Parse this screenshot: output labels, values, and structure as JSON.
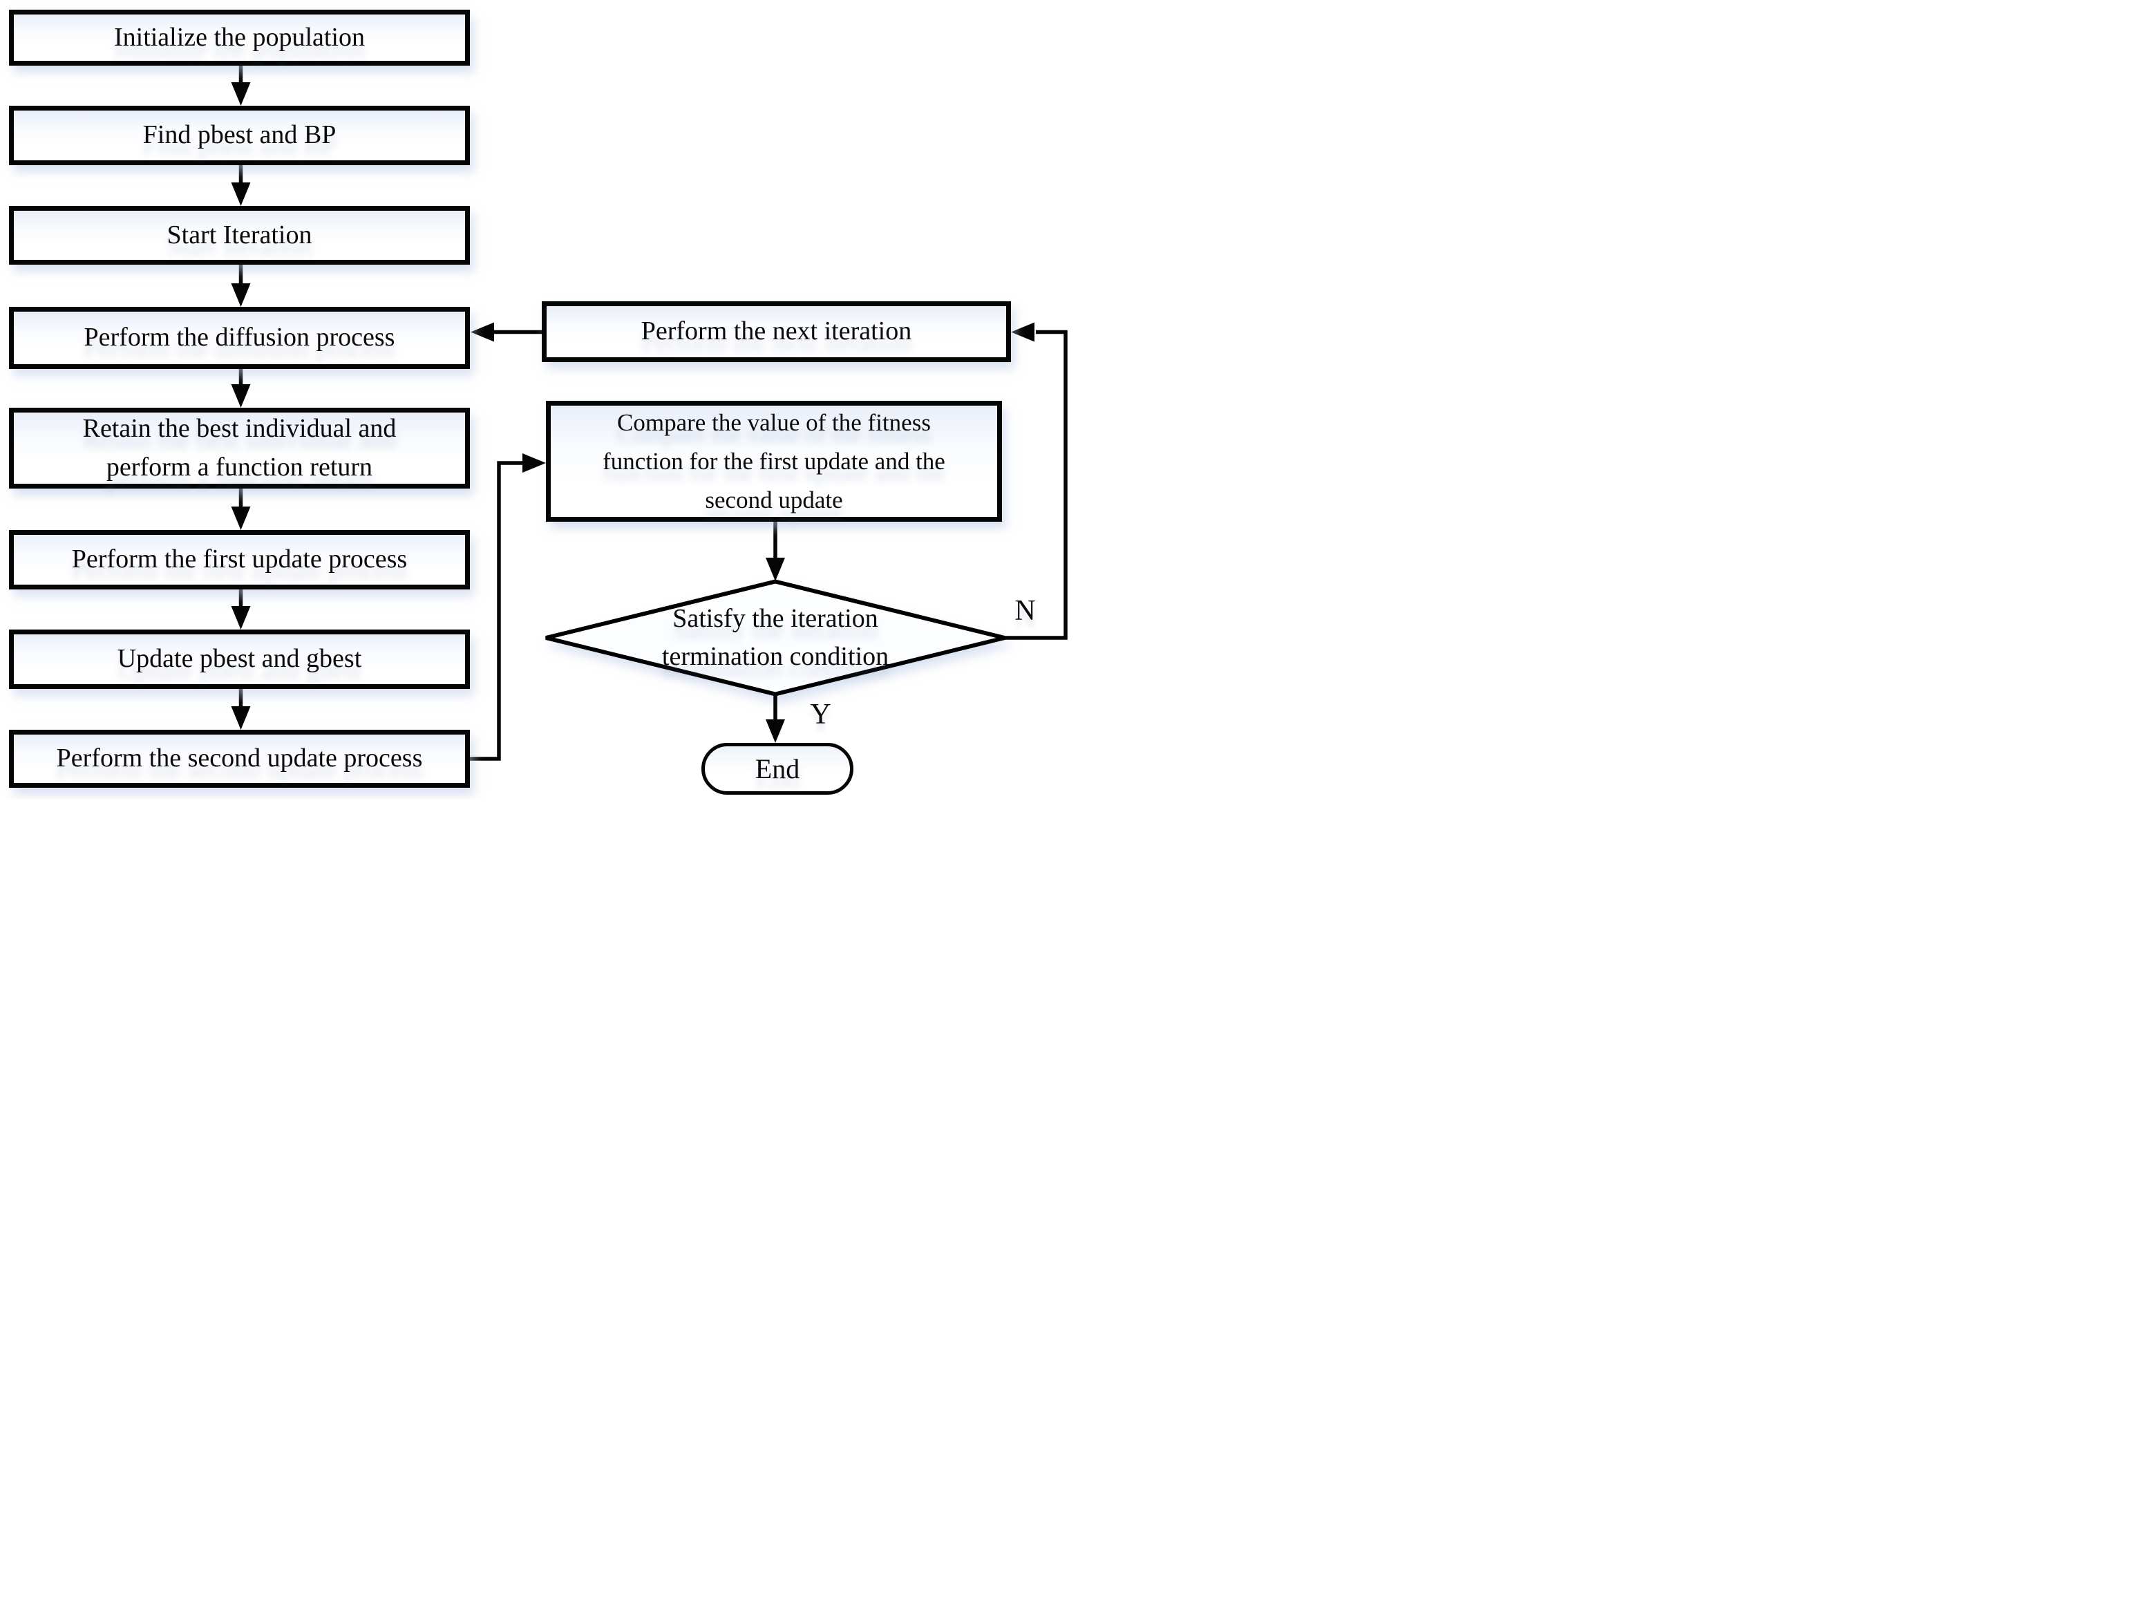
{
  "diagram": {
    "title": "Flowchart of a hybrid optimization algorithm iteration loop",
    "nodes": {
      "initialize": {
        "label": "Initialize the population"
      },
      "find_pbest": {
        "label": "Find pbest and BP"
      },
      "start_iteration": {
        "label": "Start Iteration"
      },
      "diffusion": {
        "label": "Perform the diffusion process"
      },
      "retain_best": {
        "label": "Retain the best individual and\nperform a function return"
      },
      "first_update": {
        "label": "Perform the first update process"
      },
      "update_pbest": {
        "label": "Update pbest and gbest"
      },
      "second_update": {
        "label": "Perform the second update process"
      },
      "next_iteration": {
        "label": "Perform the next iteration"
      },
      "compare_fitness": {
        "label": "Compare the value of the fitness\nfunction for the first update and the\nsecond update"
      },
      "termination_decision": {
        "label": "Satisfy the iteration\ntermination condition"
      },
      "end": {
        "label": "End"
      }
    },
    "edge_labels": {
      "no": "N",
      "yes": "Y"
    },
    "edges": [
      {
        "from": "initialize",
        "to": "find_pbest"
      },
      {
        "from": "find_pbest",
        "to": "start_iteration"
      },
      {
        "from": "start_iteration",
        "to": "diffusion"
      },
      {
        "from": "diffusion",
        "to": "retain_best"
      },
      {
        "from": "retain_best",
        "to": "first_update"
      },
      {
        "from": "first_update",
        "to": "update_pbest"
      },
      {
        "from": "update_pbest",
        "to": "second_update"
      },
      {
        "from": "second_update",
        "to": "compare_fitness"
      },
      {
        "from": "compare_fitness",
        "to": "termination_decision"
      },
      {
        "from": "termination_decision",
        "to": "end",
        "branch": "yes"
      },
      {
        "from": "termination_decision",
        "to": "next_iteration",
        "branch": "no"
      },
      {
        "from": "next_iteration",
        "to": "diffusion"
      }
    ],
    "colors": {
      "stroke": "#050505",
      "box_fill_top": "#e9eef8",
      "box_fill_bottom": "#ffffff",
      "background": "#ffffff"
    }
  }
}
